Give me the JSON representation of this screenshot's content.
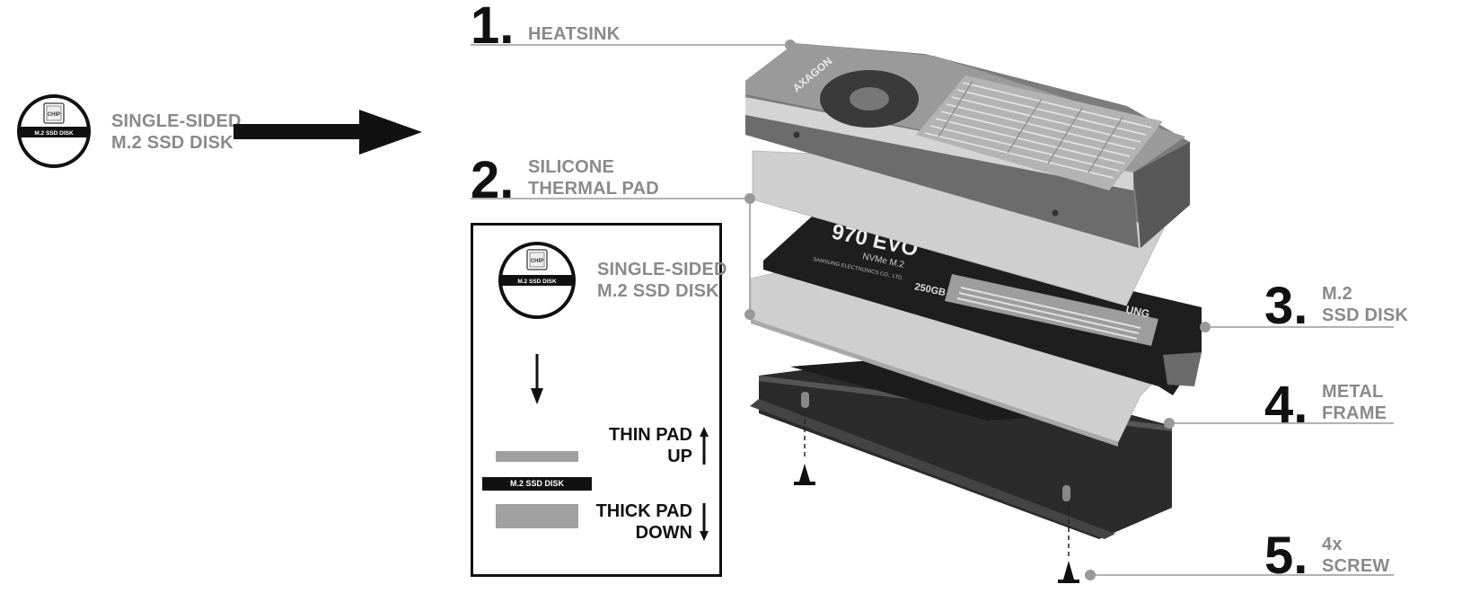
{
  "callouts": [
    {
      "number": "1.",
      "lines": [
        "HEATSINK"
      ]
    },
    {
      "number": "2.",
      "lines": [
        "SILICONE",
        "THERMAL PAD"
      ]
    },
    {
      "number": "3.",
      "lines": [
        "M.2",
        "SSD DISK"
      ]
    },
    {
      "number": "4.",
      "lines": [
        "METAL",
        "FRAME"
      ]
    },
    {
      "number": "5.",
      "lines": [
        "4x",
        "SCREW"
      ]
    }
  ],
  "left_badge": {
    "chip": "CHIP",
    "bar": "M.2 SSD DISK",
    "caption": [
      "SINGLE-SIDED",
      "M.2 SSD DISK"
    ]
  },
  "inset": {
    "badge": {
      "chip": "CHIP",
      "bar": "M.2 SSD DISK",
      "caption": [
        "SINGLE-SIDED",
        "M.2 SSD DISK"
      ]
    },
    "disk_label": "M.2 SSD DISK",
    "thin_pad": [
      "THIN PAD",
      "UP"
    ],
    "thick_pad": [
      "THICK PAD",
      "DOWN"
    ]
  },
  "product": {
    "brand": "AXAGON",
    "ssd_model": "970 EVO",
    "ssd_sub": "NVMe M.2",
    "ssd_maker": "SAMSUNG ELECTRONICS CO., LTD.",
    "ssd_capacity": "250GB",
    "ssd_brand_tail": "UNG"
  },
  "colors": {
    "label_gray": "#8a8a8a",
    "dark": "#111111",
    "pad_gray": "#cfcfcf",
    "inset_pad": "#a0a0a0"
  }
}
